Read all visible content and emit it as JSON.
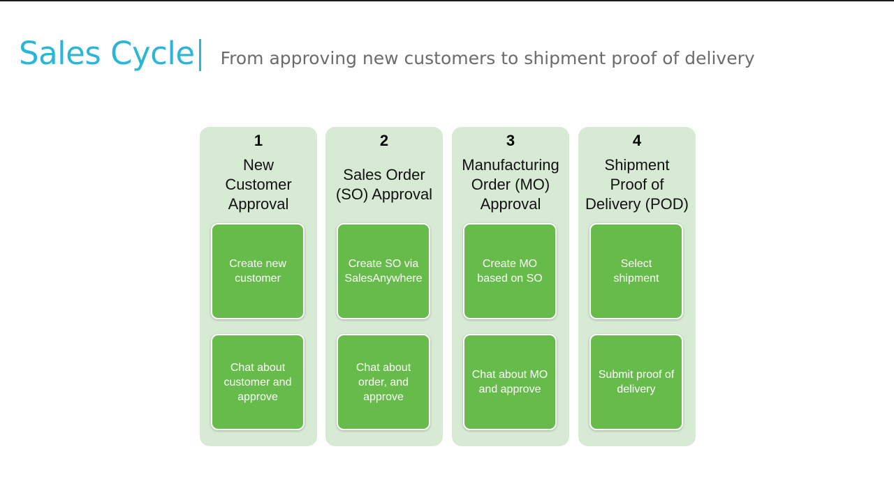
{
  "header": {
    "title": "Sales Cycle",
    "subtitle": "From approving new customers to shipment proof of delivery"
  },
  "colors": {
    "title": "#2bb5d6",
    "column_bg": "#d7ead4",
    "step_bg": "#66bb4a",
    "step_text": "#ffffff"
  },
  "columns": [
    {
      "number": "1",
      "title": "New\nCustomer\nApproval",
      "steps": [
        "Create new\ncustomer",
        "Chat about\ncustomer and\napprove"
      ]
    },
    {
      "number": "2",
      "title": "Sales Order\n(SO) Approval",
      "steps": [
        "Create SO via\nSalesAnywhere",
        "Chat about\norder, and\napprove"
      ]
    },
    {
      "number": "3",
      "title": "Manufacturing\nOrder (MO)\nApproval",
      "steps": [
        "Create MO\nbased on SO",
        "Chat about MO\nand approve"
      ]
    },
    {
      "number": "4",
      "title": "Shipment\nProof of\nDelivery (POD)",
      "steps": [
        "Select\nshipment",
        "Submit proof of\ndelivery"
      ]
    }
  ]
}
